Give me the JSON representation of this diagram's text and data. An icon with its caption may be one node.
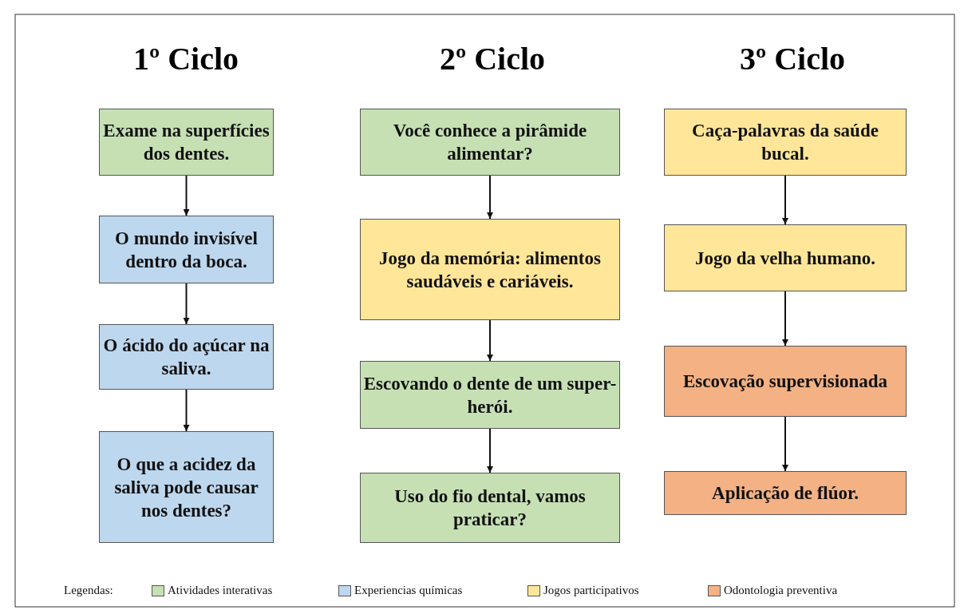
{
  "diagram": {
    "nodes": [
      {
        "text": [
          "Exame na superfícies dos dentes."
        ]
      },
      {
        "text": [
          "O mundo invisível dentro da boca."
        ]
      },
      {
        "text": [
          "O ácido do açúcar na saliva."
        ]
      },
      {
        "text": [
          "O que a acidez da saliva pode causar nos dentes?"
        ]
      },
      {
        "text": [
          "Você conhece a pirâmide alimentar?"
        ]
      },
      {
        "text": [
          "Jogo da memória: alimentos saudáveis e cariáveis."
        ]
      },
      {
        "text": [
          "Escovando o dente de um super-herói."
        ]
      },
      {
        "text": [
          "Uso do fio dental, vamos praticar?"
        ]
      },
      {
        "text": [
          "Caça-palavras da saúde bucal."
        ]
      },
      {
        "text": [
          "Jogo da velha humano."
        ]
      },
      {
        "text": [
          "Escovação supervisionada"
        ]
      },
      {
        "text": [
          "Aplicação de flúor."
        ]
      }
    ],
    "edges": [
      {
        "from": 0,
        "to": 1,
        "arrow": "to"
      },
      {
        "from": 1,
        "to": 2,
        "arrow": "to"
      },
      {
        "from": 2,
        "to": 3,
        "arrow": "to"
      },
      {
        "from": 4,
        "to": 5,
        "arrow": "to"
      },
      {
        "from": 5,
        "to": 6,
        "arrow": "to"
      },
      {
        "from": 6,
        "to": 7,
        "arrow": "to"
      },
      {
        "from": 8,
        "to": 9,
        "arrow": "to"
      },
      {
        "from": 9,
        "to": 10,
        "arrow": "to"
      },
      {
        "from": 10,
        "to": 11,
        "arrow": "to"
      }
    ],
    "labels": [
      "1º Ciclo",
      "2º Ciclo",
      "3º Ciclo",
      "Legendas:"
    ],
    "legend": [
      {
        "text": "Atividades interativas",
        "color": "#c6e0b4"
      },
      {
        "text": "Experiencias químicas",
        "color": "#bdd7ee"
      },
      {
        "text": "Jogos participativos",
        "color": "#ffe699"
      },
      {
        "text": "Odontologia preventiva",
        "color": "#f4b183"
      }
    ]
  }
}
